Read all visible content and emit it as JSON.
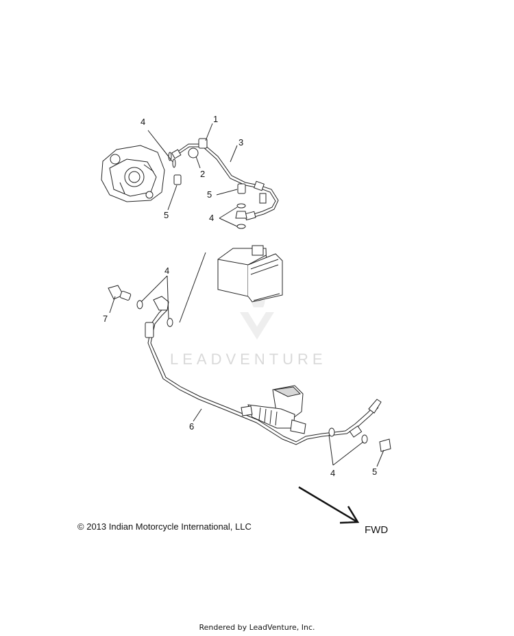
{
  "callouts": {
    "upper_1": "1",
    "upper_2": "2",
    "upper_3": "3",
    "upper_4a": "4",
    "upper_4b": "4",
    "upper_5a": "5",
    "upper_5b": "5",
    "lower_4a": "4",
    "lower_4b": "4",
    "lower_5": "5",
    "lower_6": "6",
    "lower_7": "7"
  },
  "watermark": "LEADVENTURE",
  "copyright": "2013 Indian Motorcycle International, LLC",
  "copyright_symbol": "©",
  "direction_label": "FWD",
  "footer": "Rendered by LeadVenture, Inc."
}
